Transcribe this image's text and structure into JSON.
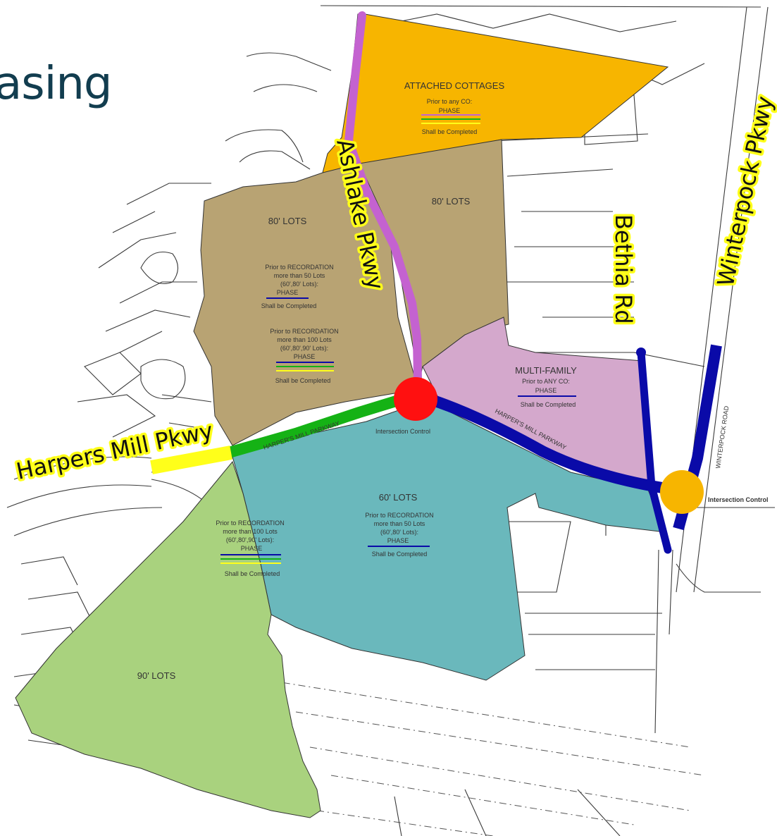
{
  "slide": {
    "title_fragment": "asing"
  },
  "colors": {
    "attached_cottages": "#f7b500",
    "lots_80": "#b8a373",
    "multi_family": "#d4a8cc",
    "lots_60": "#6ab8bc",
    "lots_90": "#a9d27e",
    "phase_blue": "#0a0aa8",
    "phase_green": "#15b215",
    "phase_yellow": "#ffff1a",
    "phase_magenta": "#c462d0",
    "intersection_red": "#ff1010",
    "intersection_orange": "#f7b500"
  },
  "roads": {
    "harpers_mill": "Harpers Mill Pkwy",
    "ashlake": "Ashlake Pkwy",
    "bethia": "Bethia Rd",
    "winterpock": "Winterpock Pkwy",
    "harpers_cad_1": "HARPER'S MILL PARKWAY",
    "harpers_cad_2": "HARPER'S MILL PARKWAY",
    "winterpock_cad": "WINTERPOCK ROAD"
  },
  "parcels": {
    "attached_cottages": {
      "name": "ATTACHED COTTAGES",
      "line1": "Prior to any CO:",
      "phase": "PHASE",
      "done": "Shall be Completed"
    },
    "lots_80_west": {
      "name": "80' LOTS",
      "c1_line1": "Prior to RECORDATION",
      "c1_line2": "more than 50 Lots",
      "c1_line3": "(60',80' Lots):",
      "c1_phase": "PHASE",
      "c1_done": "Shall be Completed",
      "c2_line1": "Prior to RECORDATION",
      "c2_line2": "more than 100 Lots",
      "c2_line3": "(60',80',90' Lots):",
      "c2_phase": "PHASE",
      "c2_done": "Shall be Completed"
    },
    "lots_80_east": {
      "name": "80' LOTS"
    },
    "multi_family": {
      "name": "MULTI-FAMILY",
      "line1": "Prior to ANY CO:",
      "phase": "PHASE",
      "done": "Shall be Completed"
    },
    "lots_60": {
      "name": "60' LOTS",
      "line1": "Prior to RECORDATION",
      "line2": "more than 50 Lots",
      "line3": "(60',80' Lots):",
      "phase": "PHASE",
      "done": "Shall be Completed"
    },
    "lots_90": {
      "name": "90' LOTS",
      "line1": "Prior to RECORDATION",
      "line2": "more than 100 Lots",
      "line3": "(60',80',90' Lots):",
      "phase": "PHASE",
      "done": "Shall be Completed"
    }
  },
  "intersections": {
    "center": "Intersection Control",
    "east": "Intersection Control"
  }
}
